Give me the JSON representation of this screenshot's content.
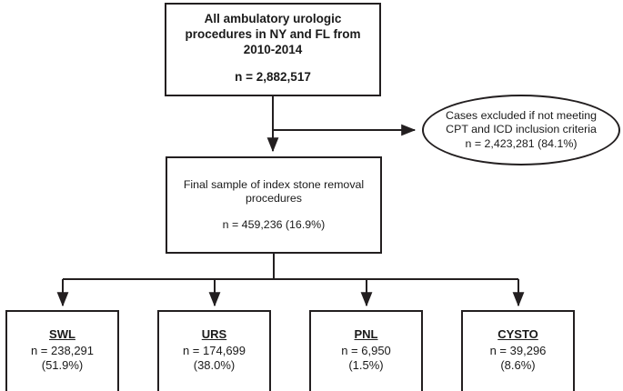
{
  "diagram": {
    "type": "flowchart",
    "title": "Ambulatory urologic procedure cohort selection flow diagram",
    "stroke_color": "#231f20",
    "background_color": "#ffffff",
    "nodes": {
      "source_cohort": {
        "shape": "rectangle",
        "line1": "All ambulatory urologic",
        "line2": "procedures in NY and FL from",
        "line3": "2010-2014",
        "count": "n = 2,882,517"
      },
      "excluded": {
        "shape": "stadium",
        "line1": "Cases excluded if not meeting",
        "line2": "CPT and ICD inclusion criteria",
        "line3": "n = 2,423,281 (84.1%)"
      },
      "final_sample": {
        "shape": "rectangle",
        "line1": "Final sample of index stone removal",
        "line2": "procedures",
        "count": "n = 459,236 (16.9%)"
      }
    },
    "leaves": [
      {
        "code": "SWL",
        "count": "n = 238,291",
        "percent": "(51.9%)"
      },
      {
        "code": "URS",
        "count": "n = 174,699",
        "percent": "(38.0%)"
      },
      {
        "code": "PNL",
        "count": "n = 6,950",
        "percent": "(1.5%)"
      },
      {
        "code": "CYSTO",
        "count": "n = 39,296",
        "percent": "(8.6%)"
      }
    ]
  }
}
